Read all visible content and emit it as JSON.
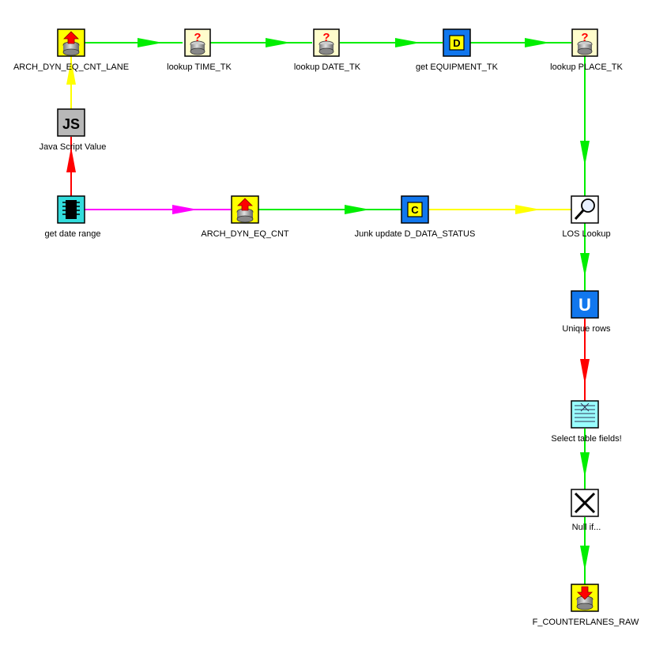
{
  "steps": {
    "arch_lane": {
      "label": "ARCH_DYN_EQ_CNT_LANE",
      "icon": "table-input-icon"
    },
    "lookup_time": {
      "label": "lookup TIME_TK",
      "icon": "db-lookup-icon"
    },
    "lookup_date": {
      "label": "lookup DATE_TK",
      "icon": "db-lookup-icon"
    },
    "get_equipment": {
      "label": "get EQUIPMENT_TK",
      "icon": "dimension-lookup-icon"
    },
    "lookup_place": {
      "label": "lookup PLACE_TK",
      "icon": "db-lookup-icon"
    },
    "java_script": {
      "label": "Java Script Value",
      "icon": "javascript-icon"
    },
    "get_date_range": {
      "label": "get date range",
      "icon": "system-info-icon"
    },
    "arch_cnt": {
      "label": "ARCH_DYN_EQ_CNT",
      "icon": "table-input-icon"
    },
    "junk_update": {
      "label": "Junk update D_DATA_STATUS",
      "icon": "combination-lookup-icon"
    },
    "los_lookup": {
      "label": "LOS Lookup",
      "icon": "stream-lookup-icon"
    },
    "unique_rows": {
      "label": "Unique rows",
      "icon": "unique-rows-icon"
    },
    "select_fields": {
      "label": "Select table fields!",
      "icon": "select-values-icon"
    },
    "null_if": {
      "label": "Null if...",
      "icon": "null-if-icon"
    },
    "f_counterlanes": {
      "label": "F_COUNTERLANES_RAW",
      "icon": "table-output-icon"
    }
  },
  "colors": {
    "hop_green": "#00ee00",
    "hop_yellow": "#ffff00",
    "hop_red": "#ff0000",
    "hop_magenta": "#ff00ff"
  }
}
